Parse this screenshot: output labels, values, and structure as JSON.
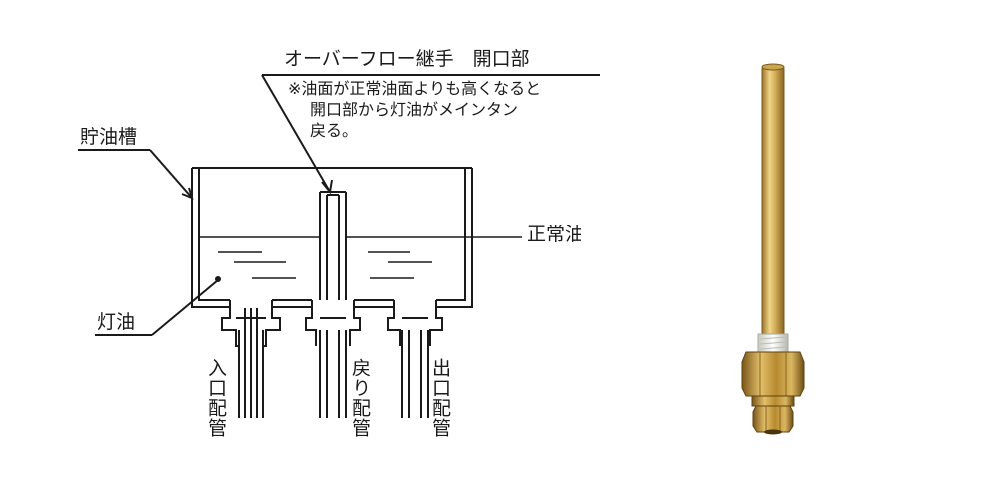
{
  "diagram": {
    "title": "オーバーフロー継手　開口部",
    "note_lines": [
      "※油面が正常油面よりも高くなると",
      "開口部から灯油がメインタン",
      "戻る。"
    ],
    "tank_label": "貯油槽",
    "kerosene_label": "灯油",
    "oil_level_label": "正常油面",
    "pipes": [
      {
        "label": "入口配管"
      },
      {
        "label": "戻り配管"
      },
      {
        "label": "出口配管"
      }
    ]
  },
  "colors": {
    "line": "#1a1a1a",
    "brass_light": "#e6c77a",
    "brass_mid": "#c9a24a",
    "brass_dark": "#8a6420",
    "thread_white": "#f2f2ee"
  },
  "icons": [
    "overflow-fitting-photo"
  ]
}
